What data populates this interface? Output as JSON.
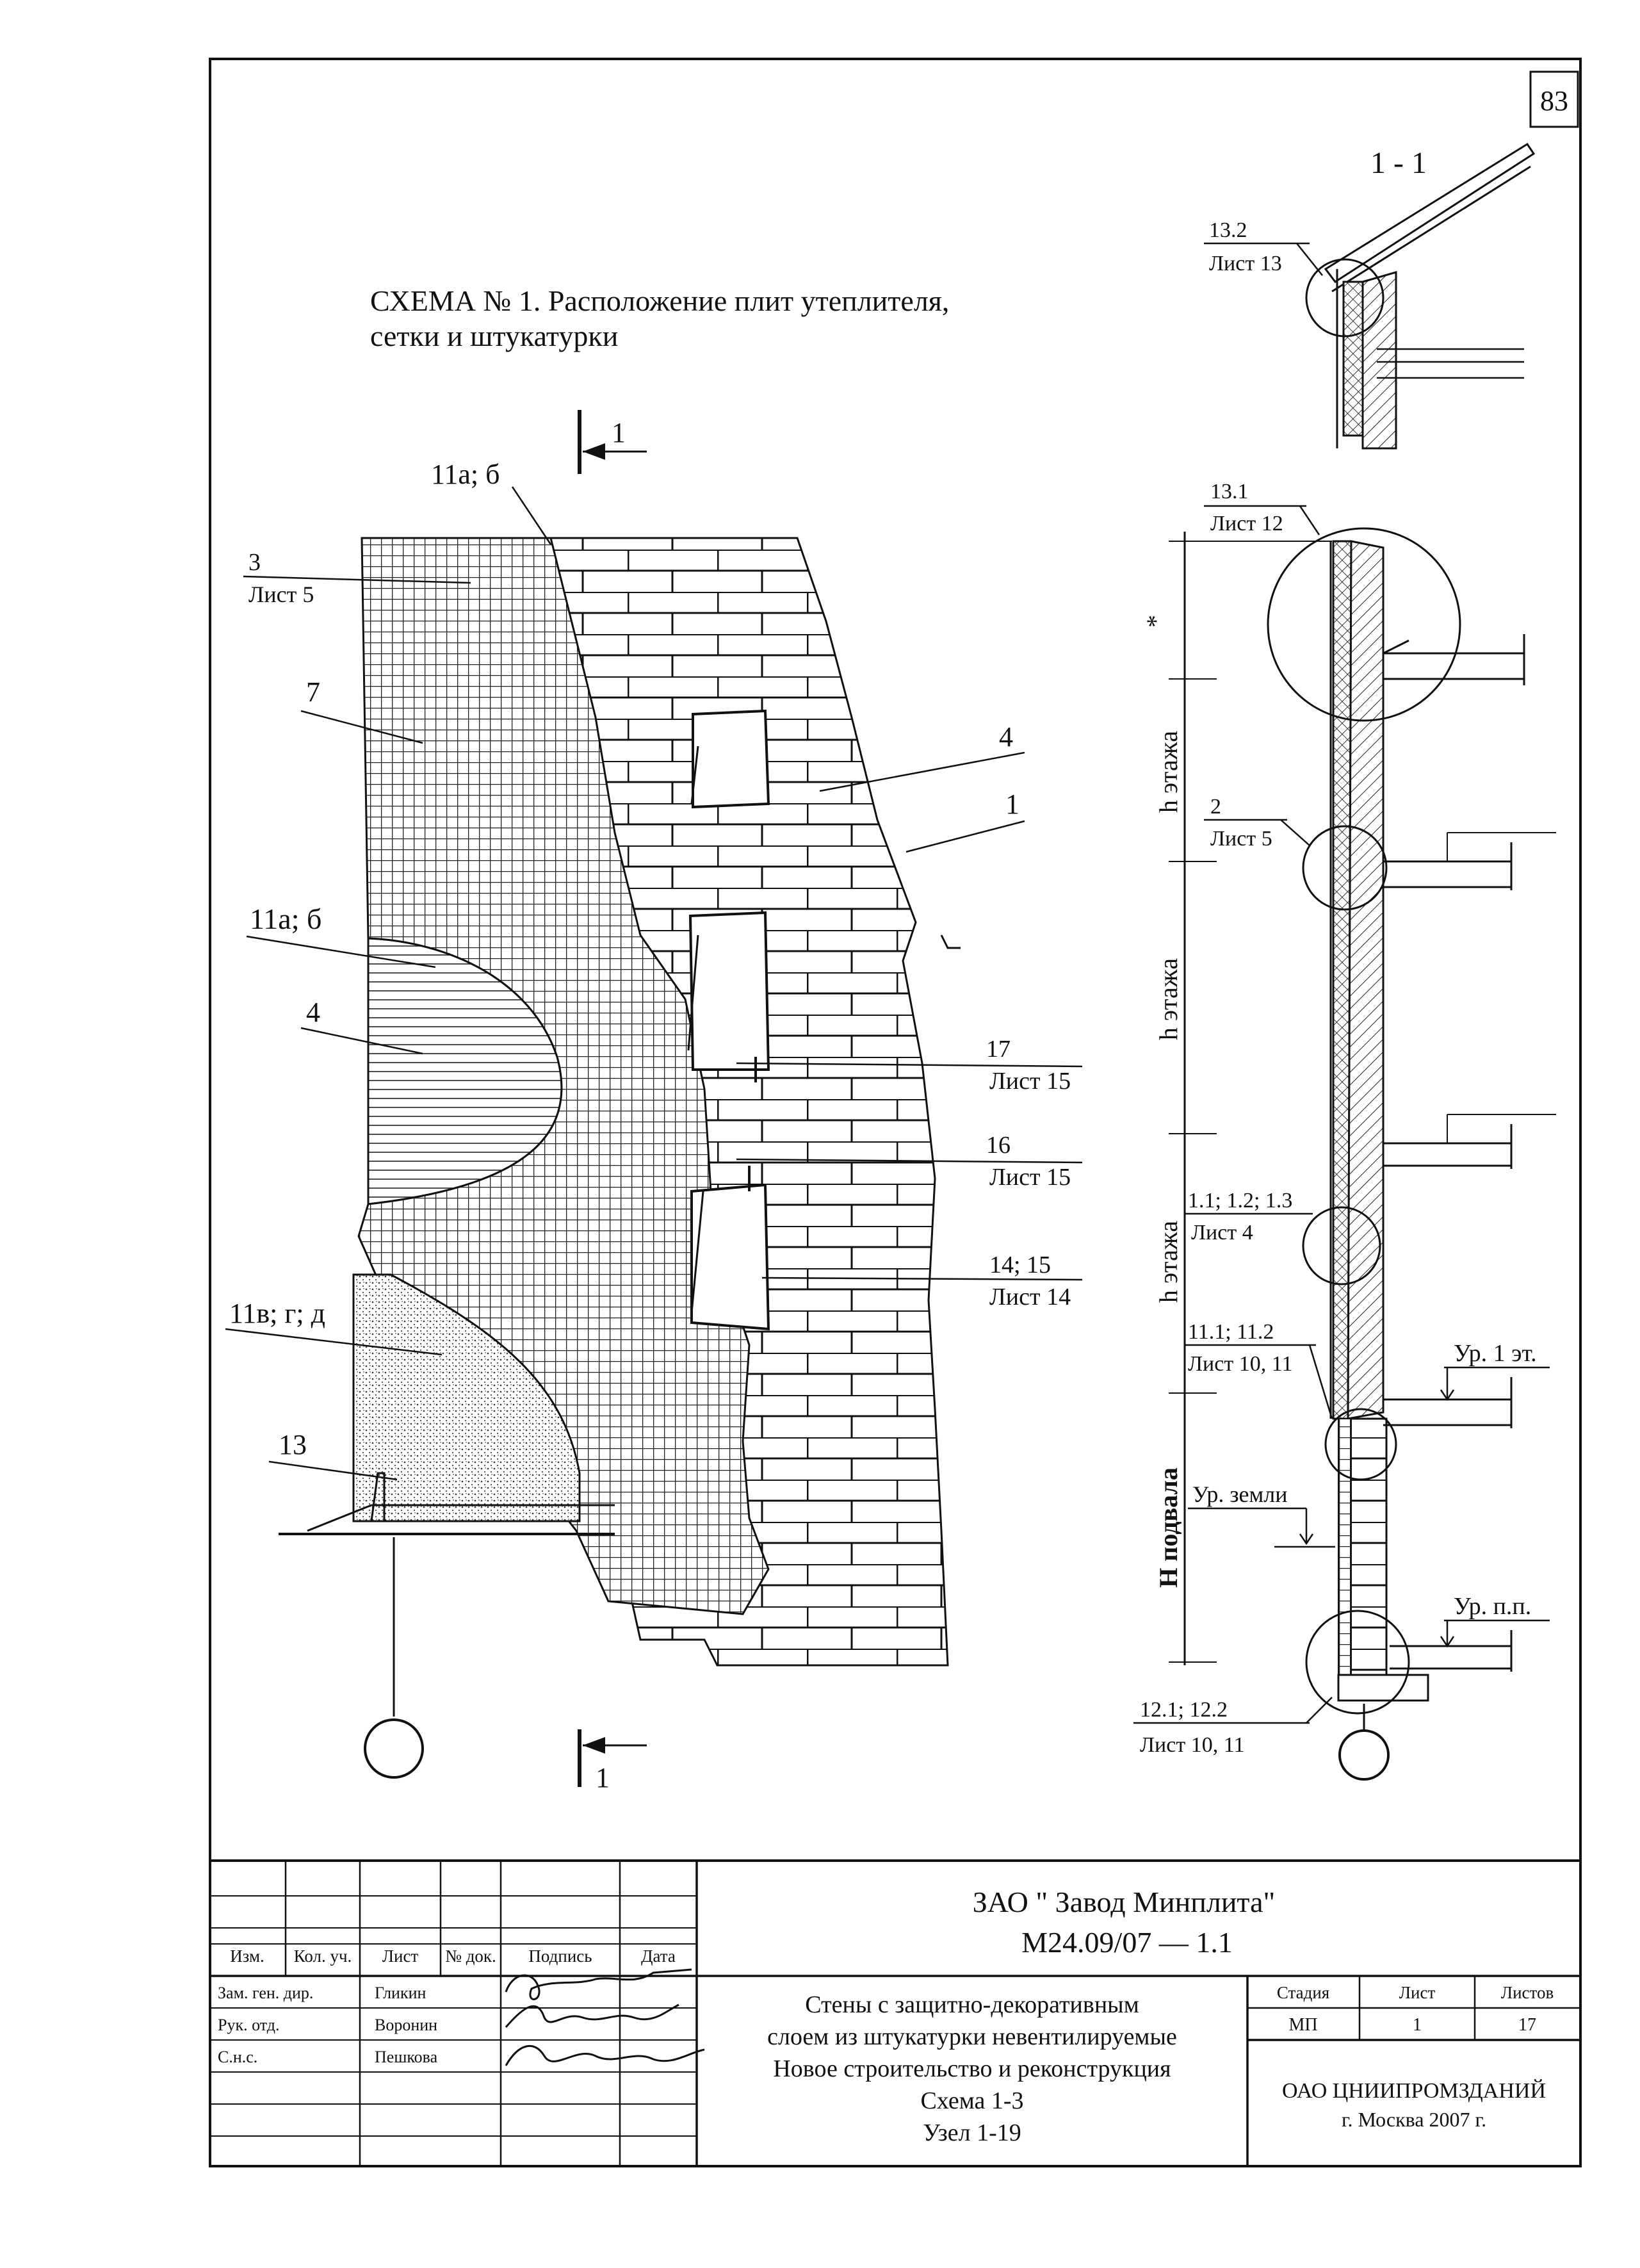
{
  "page_number": "83",
  "title": {
    "line1": "СХЕМА № 1. Расположение плит утеплителя,",
    "line2": "сетки и штукатурки"
  },
  "section": {
    "label": "1 - 1",
    "cut_mark": "1"
  },
  "callouts": {
    "c3_num": "3",
    "c3_sheet": "Лист 5",
    "c7": "7",
    "c4a": "4",
    "c1": "1",
    "c11ab_top": "11а; б",
    "c11ab_mid": "11а; б",
    "c4b": "4",
    "c17_num": "17",
    "c17_sheet": "Лист 15",
    "c16_num": "16",
    "c16_sheet": "Лист 15",
    "c1415_num": "14; 15",
    "c1415_sheet": "Лист 14",
    "c11vgd": "11в; г; д",
    "c13": "13",
    "c132_num": "13.2",
    "c132_sheet": "Лист 13",
    "c131_num": "13.1",
    "c131_sheet": "Лист 12",
    "c2_num": "2",
    "c2_sheet": "Лист 5",
    "c11_num": "1.1; 1.2; 1.3",
    "c11_sheet": "Лист 4",
    "c111_num": "11.1; 11.2",
    "c111_sheet": "Лист 10, 11",
    "c121_num": "12.1; 12.2",
    "c121_sheet": "Лист 10, 11"
  },
  "dimensions": {
    "star": "*",
    "h_floor_1": "h этажа",
    "h_floor_2": "h этажа",
    "h_floor_3": "h этажа",
    "h_basement": "Н подвала"
  },
  "levels": {
    "floor1": "Ур. 1 эт.",
    "ground": "Ур. земли",
    "basement_floor": "Ур. п.п."
  },
  "title_block": {
    "company": "ЗАО \" Завод Минплита\"",
    "code": "М24.09/07  —  1.1",
    "headers": [
      "Изм.",
      "Кол. уч.",
      "Лист",
      "№ док.",
      "Подпись",
      "Дата"
    ],
    "roles": [
      {
        "role": "Зам. ген. дир.",
        "name": "Гликин"
      },
      {
        "role": "Рук. отд.",
        "name": "Воронин"
      },
      {
        "role": "С.н.с.",
        "name": "Пешкова"
      }
    ],
    "description": [
      "Стены с защитно-декоративным",
      "слоем из штукатурки невентилируемые",
      "Новое строительство и реконструкция",
      "Схема 1-3",
      "Узел 1-19"
    ],
    "stage_label": "Стадия",
    "sheet_label": "Лист",
    "sheets_label": "Листов",
    "stage": "МП",
    "sheet": "1",
    "sheets": "17",
    "org": "ОАО ЦНИИПРОМЗДАНИЙ",
    "city_year": "г. Москва 2007 г."
  }
}
